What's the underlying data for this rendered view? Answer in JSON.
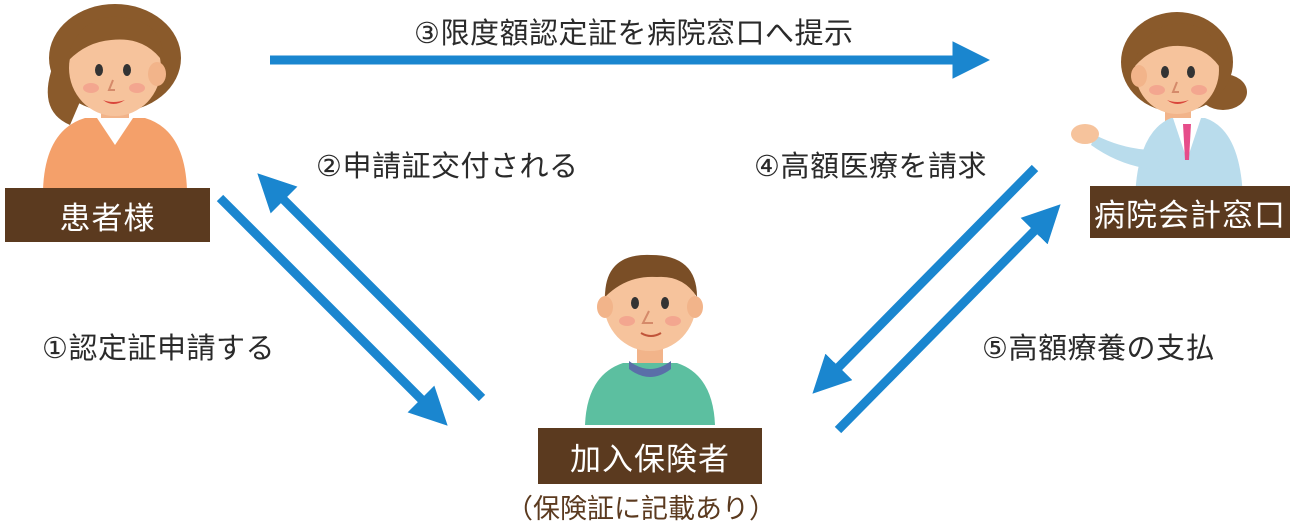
{
  "actors": {
    "patient": {
      "label": "患者様"
    },
    "hospital": {
      "label": "病院会計窓口"
    },
    "insurer": {
      "label": "加入保険者",
      "note": "（保険証に記載あり）"
    }
  },
  "steps": {
    "step1": "①認定証申請する",
    "step2": "②申請証交付される",
    "step3": "③限度額認定証を病院窓口へ提示",
    "step4": "④高額医療を請求",
    "step5": "⑤高額療養の支払"
  },
  "colors": {
    "arrow": "#1a86cf",
    "label_bg": "#5b3a1f",
    "label_text": "#ffffff",
    "note_text": "#5b3a1f"
  },
  "icons": {
    "patient": "woman-patient-icon",
    "hospital": "receptionist-icon",
    "insurer": "man-insurer-icon"
  }
}
